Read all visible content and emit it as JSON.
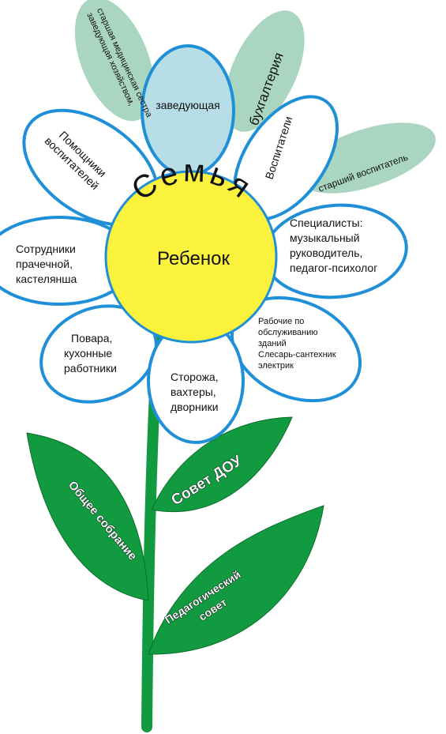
{
  "center": {
    "arc_text": "Семья",
    "inner_text": "Ребенок"
  },
  "petals": {
    "head": "заведующая",
    "accounting": "бухгалтерия",
    "deputy": [
      "заведующая хозяйством,",
      "старшая медицинская сестра"
    ],
    "senior_teacher": "старший воспитатель",
    "teachers": "Воспитатели",
    "assistants": [
      "Помощники",
      "воспитателей"
    ],
    "specialists": [
      "Специалисты:",
      "музыкальный",
      "руководитель,",
      "педагог-психолог"
    ],
    "laundry": [
      "Сотрудники",
      "прачечной,",
      "кастелянша"
    ],
    "workers": [
      "Рабочие по",
      "обслуживанию",
      "зданий",
      "Слесарь-сантехник",
      "электрик"
    ],
    "cooks": [
      "Повара,",
      "кухонные",
      "работники"
    ],
    "guards": [
      "Сторожа,",
      "вахтеры,",
      "дворники"
    ]
  },
  "leaves": {
    "council": "Совет ДОУ",
    "general_meeting": "Общее собрание",
    "pedagogical": [
      "Педагогический",
      "совет"
    ]
  },
  "colors": {
    "petal_stroke": "#1f8fd8",
    "back_petal": "#a9d5c1",
    "head_petal": "#b7dde6",
    "center": "#fbf23d",
    "leaf": "#119a3f"
  }
}
